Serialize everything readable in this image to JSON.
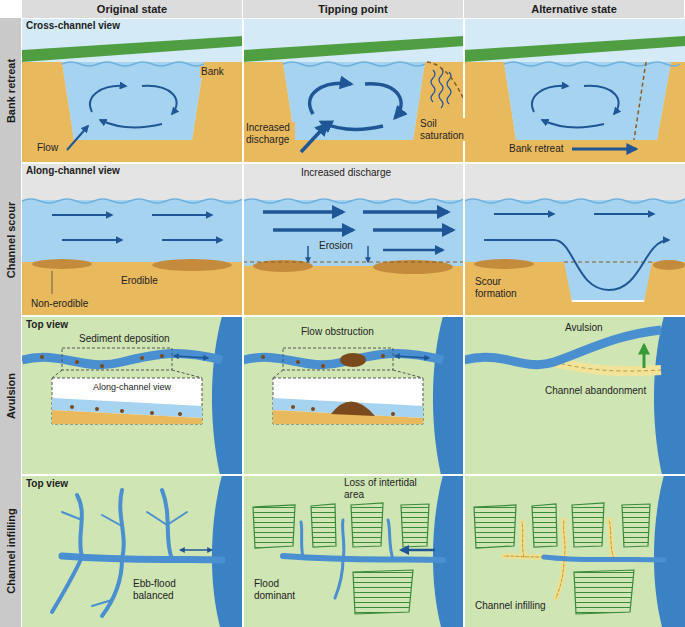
{
  "diagram": {
    "nodes": [
      {
        "text": [
          "Original state"
        ]
      },
      {
        "text": [
          "Tipping point"
        ]
      },
      {
        "text": [
          "Alternative state"
        ]
      },
      {
        "text": [
          "Bank retreat"
        ]
      },
      {
        "text": [
          "Channel scour"
        ]
      },
      {
        "text": [
          "Avulsion"
        ]
      },
      {
        "text": [
          "Channel infilling"
        ]
      }
    ],
    "labels": [
      "Cross-channel view",
      "Bank",
      "Flow",
      "Increased discharge",
      "Soil saturation",
      "Bank retreat",
      "Along-channel view",
      "Increased discharge",
      "Erosion",
      "Erodible",
      "Non-erodible",
      "Scour formation",
      "Top view",
      "Sediment deposition",
      "Along-channel view",
      "Flow obstruction",
      "Avulsion",
      "Channel abandonment",
      "Top view",
      "Ebb-flood balanced",
      "Loss of intertidal area",
      "Flood dominant",
      "Channel infilling"
    ]
  }
}
